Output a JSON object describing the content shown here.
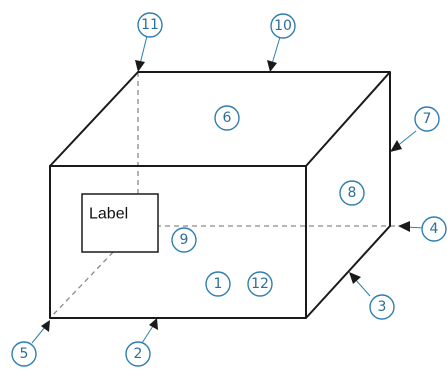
{
  "label_box": {
    "text": "Label"
  },
  "callouts": [
    {
      "id": "1",
      "kind": "surface"
    },
    {
      "id": "2",
      "kind": "edge"
    },
    {
      "id": "3",
      "kind": "edge"
    },
    {
      "id": "4",
      "kind": "vertex"
    },
    {
      "id": "5",
      "kind": "vertex"
    },
    {
      "id": "6",
      "kind": "surface"
    },
    {
      "id": "7",
      "kind": "edge"
    },
    {
      "id": "8",
      "kind": "surface"
    },
    {
      "id": "9",
      "kind": "surface"
    },
    {
      "id": "10",
      "kind": "edge"
    },
    {
      "id": "11",
      "kind": "vertex"
    },
    {
      "id": "12",
      "kind": "surface"
    }
  ]
}
